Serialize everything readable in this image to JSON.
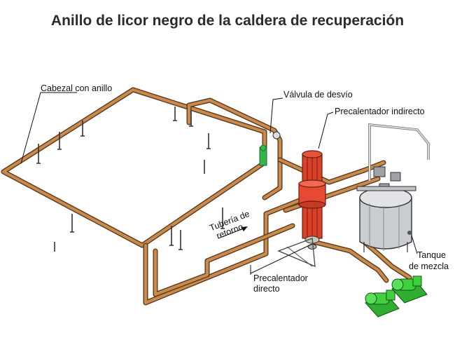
{
  "title": "Anillo de licor negro de la caldera de recuperación",
  "labels": {
    "ring_header": "Cabezal con anillo",
    "bypass_valve": "Válvula de desvío",
    "indirect_preheater": "Precalentador indirecto",
    "return_pipe_line1": "Tubería de",
    "return_pipe_line2": "retorno",
    "direct_preheater_line1": "Precalentador",
    "direct_preheater_line2": "directo",
    "mix_tank_line1": "Tanque",
    "mix_tank_line2": "de mezcla"
  },
  "colors": {
    "pipe_fill": "#c98a4e",
    "pipe_edge": "#5a3a1c",
    "preheater": "#d9412b",
    "pump": "#3fd03f",
    "tank": "#c9ccd1",
    "valve": "#35b54a"
  }
}
